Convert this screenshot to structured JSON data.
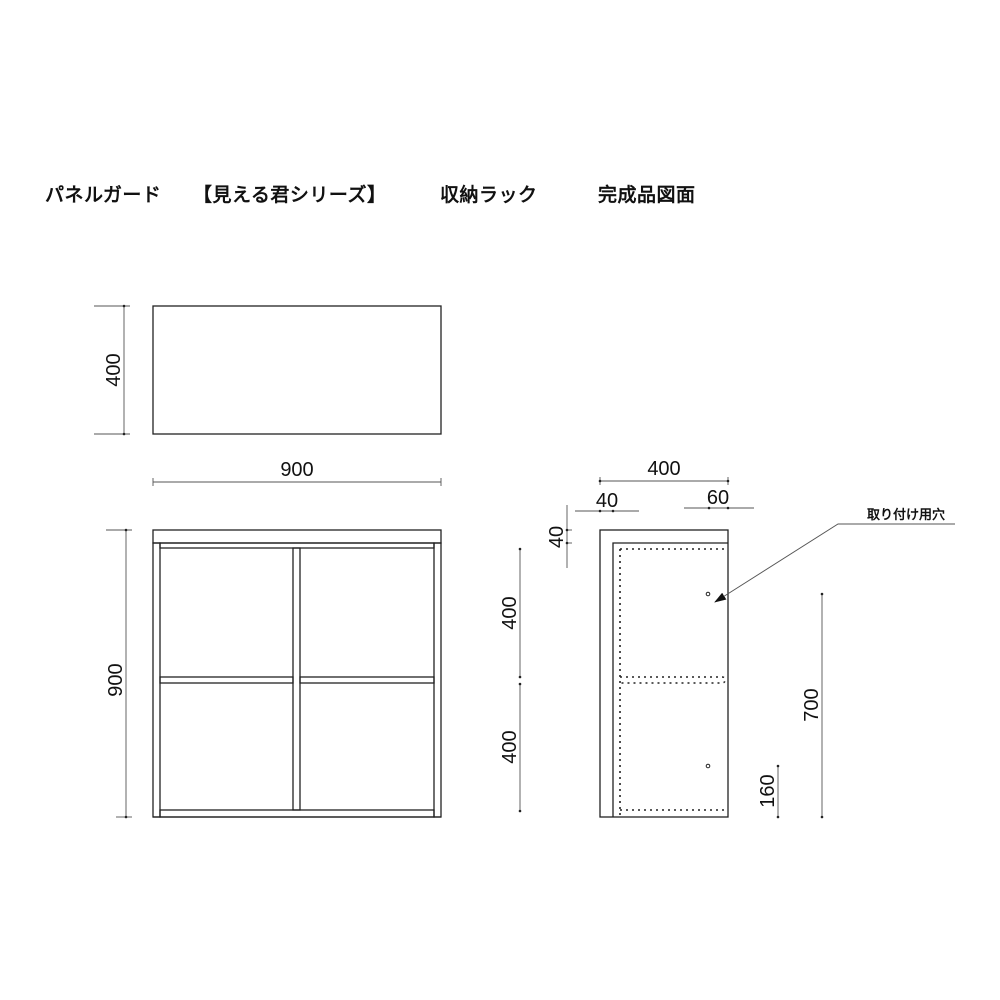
{
  "title": {
    "product": "パネルガード",
    "series": "【見える君シリーズ】",
    "item": "収納ラック",
    "doc_type": "完成品図面"
  },
  "top_view": {
    "depth_dim": "400",
    "width_dim": "900"
  },
  "front_view": {
    "height_dim": "900"
  },
  "side_view": {
    "depth_dim": "400",
    "left_inset_dim": "40",
    "right_inset_dim": "60",
    "top_thickness_dim": "40",
    "upper_shelf_dim": "400",
    "lower_shelf_dim": "400",
    "upper_hole_height_dim": "700",
    "lower_hole_height_dim": "160",
    "callout_label": "取り付け用穴"
  }
}
